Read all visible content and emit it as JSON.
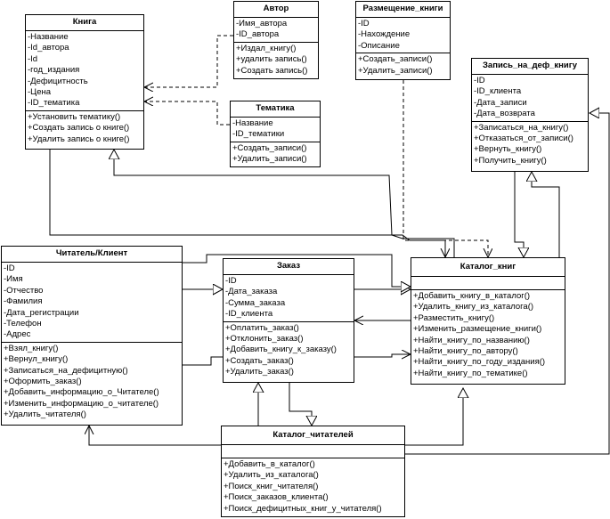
{
  "classes": {
    "kniga": {
      "title": "Книга",
      "attrs": [
        "-Название",
        "-Id_автора",
        "-Id",
        "-год_издания",
        "-Дефицитность",
        "-Цена",
        "-ID_тематика"
      ],
      "ops": [
        "+Установить тематику()",
        "+Создать запись о книге()",
        "+Удалить запись о книге()"
      ]
    },
    "avtor": {
      "title": "Автор",
      "attrs": [
        "-Имя_автора",
        "-ID_автора"
      ],
      "ops": [
        "+Издал_книгу()",
        "+удалить запись()",
        "+Создать запись()"
      ]
    },
    "razmeshchenie": {
      "title": "Размещение_книги",
      "attrs": [
        "-ID",
        "-Нахождение",
        "-Описание"
      ],
      "ops": [
        "+Создать_записи()",
        "+Удалить_записи()"
      ]
    },
    "zapis": {
      "title": "Запись_на_деф_книгу",
      "attrs": [
        "-ID",
        "-ID_клиента",
        "-Дата_записи",
        "-Дата_возврата"
      ],
      "ops": [
        "+Записаться_на_книгу()",
        "+Отказаться_от_записи()",
        "+Вернуть_книгу()",
        "+Получить_книгу()"
      ]
    },
    "tematika": {
      "title": "Тематика",
      "attrs": [
        "-Название",
        "-ID_тематики"
      ],
      "ops": [
        "+Создать_записи()",
        "+Удалить_записи()"
      ]
    },
    "chitatel": {
      "title": "Читатель/Клиент",
      "attrs": [
        "-ID",
        "-Имя",
        "-Отчество",
        "-Фамилия",
        "-Дата_регистрации",
        "-Телефон",
        "-Адрес"
      ],
      "ops": [
        "+Взял_книгу()",
        "+Вернул_книгу()",
        "+Записаться_на_дефицитную()",
        "+Оформить_заказ()",
        "+Добавить_информацию_о_Читателе()",
        "+Изменить_информацию_о_читателе()",
        "+Удалить_читателя()"
      ]
    },
    "zakaz": {
      "title": "Заказ",
      "attrs": [
        "-ID",
        "-Дата_заказа",
        "-Сумма_заказа",
        "-ID_клиента"
      ],
      "ops": [
        "+Оплатить_заказ()",
        "+Отклонить_заказ()",
        "+Добавить_книгу_к_заказу()",
        "+Создать_заказ()",
        "+Удалить_заказ()"
      ]
    },
    "katalog_knig": {
      "title": "Каталог_книг",
      "attrs": [],
      "ops": [
        "+Добавить_книгу_в_каталог()",
        "+Удалить_книгу_из_каталога()",
        "+Разместить_книгу()",
        "+Изменить_размещение_книги()",
        "+Найти_книгу_по_названию()",
        "+Найти_книгу_по_автору()",
        "+Найти_книгу_по_году_издания()",
        "+Найти_книгу_по_тематике()"
      ]
    },
    "katalog_chitateley": {
      "title": "Каталог_читателей",
      "attrs": [],
      "ops": [
        "+Добавить_в_каталог()",
        "+Удалить_из_каталога()",
        "+Поиск_книг_читателя()",
        "+Поиск_заказов_клиента()",
        "+Поиск_дефицитных_книг_у_читателя()"
      ]
    }
  }
}
